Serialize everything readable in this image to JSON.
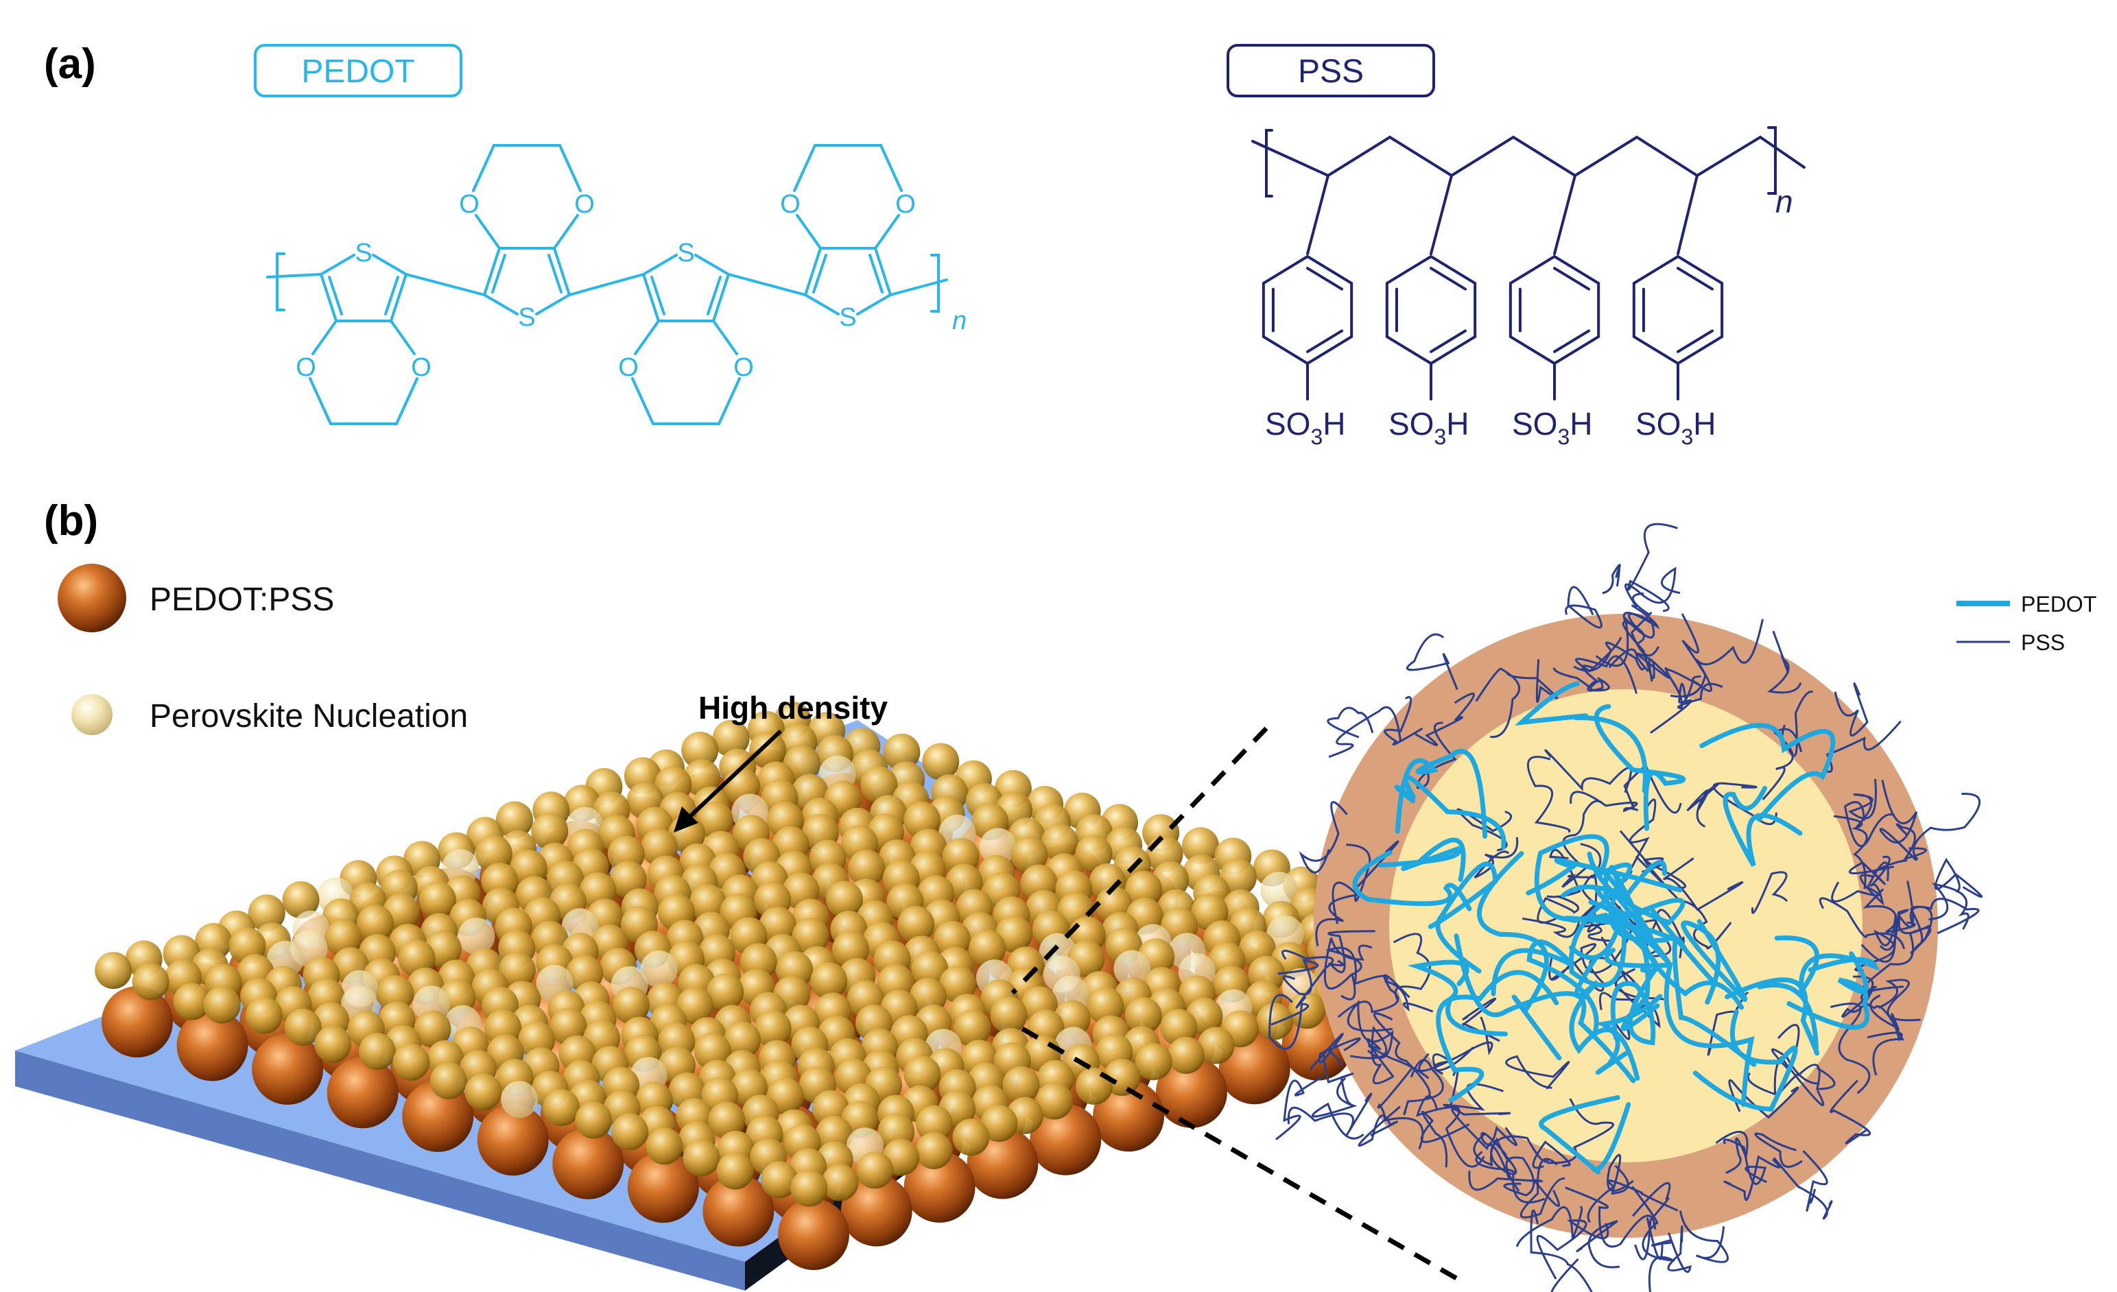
{
  "panels": {
    "a_label": "(a)",
    "b_label": "(b)"
  },
  "pedot_structure": {
    "name_box": "PEDOT",
    "sulfur": "S",
    "oxygen": "O",
    "subscript_n": "n",
    "color": "#29B6E8"
  },
  "pss_structure": {
    "name_box": "PSS",
    "sulfonic_base": "SO",
    "sulfonic_sub": "3",
    "sulfonic_end": "H",
    "subscript_n": "n",
    "color": "#1F2470"
  },
  "legend_left": {
    "item1": "PEDOT:PSS",
    "item2": "Perovskite Nucleation",
    "colors": {
      "pedot_pss_sphere": "#C8611E",
      "perovskite_sphere": "#E0B24A"
    }
  },
  "annotation": {
    "high_density": "High density"
  },
  "substrate": {
    "top": "#8DB3F2",
    "side": "#5A7BC0",
    "edge": "#1A1A2A"
  },
  "particle_zoom": {
    "outer_color": "#D9A27C",
    "inner_color": "#FBE7A8",
    "legend": [
      {
        "label": "PEDOT",
        "color": "#1FA8DF"
      },
      {
        "label": "PSS",
        "color": "#2B3F8C"
      }
    ]
  }
}
